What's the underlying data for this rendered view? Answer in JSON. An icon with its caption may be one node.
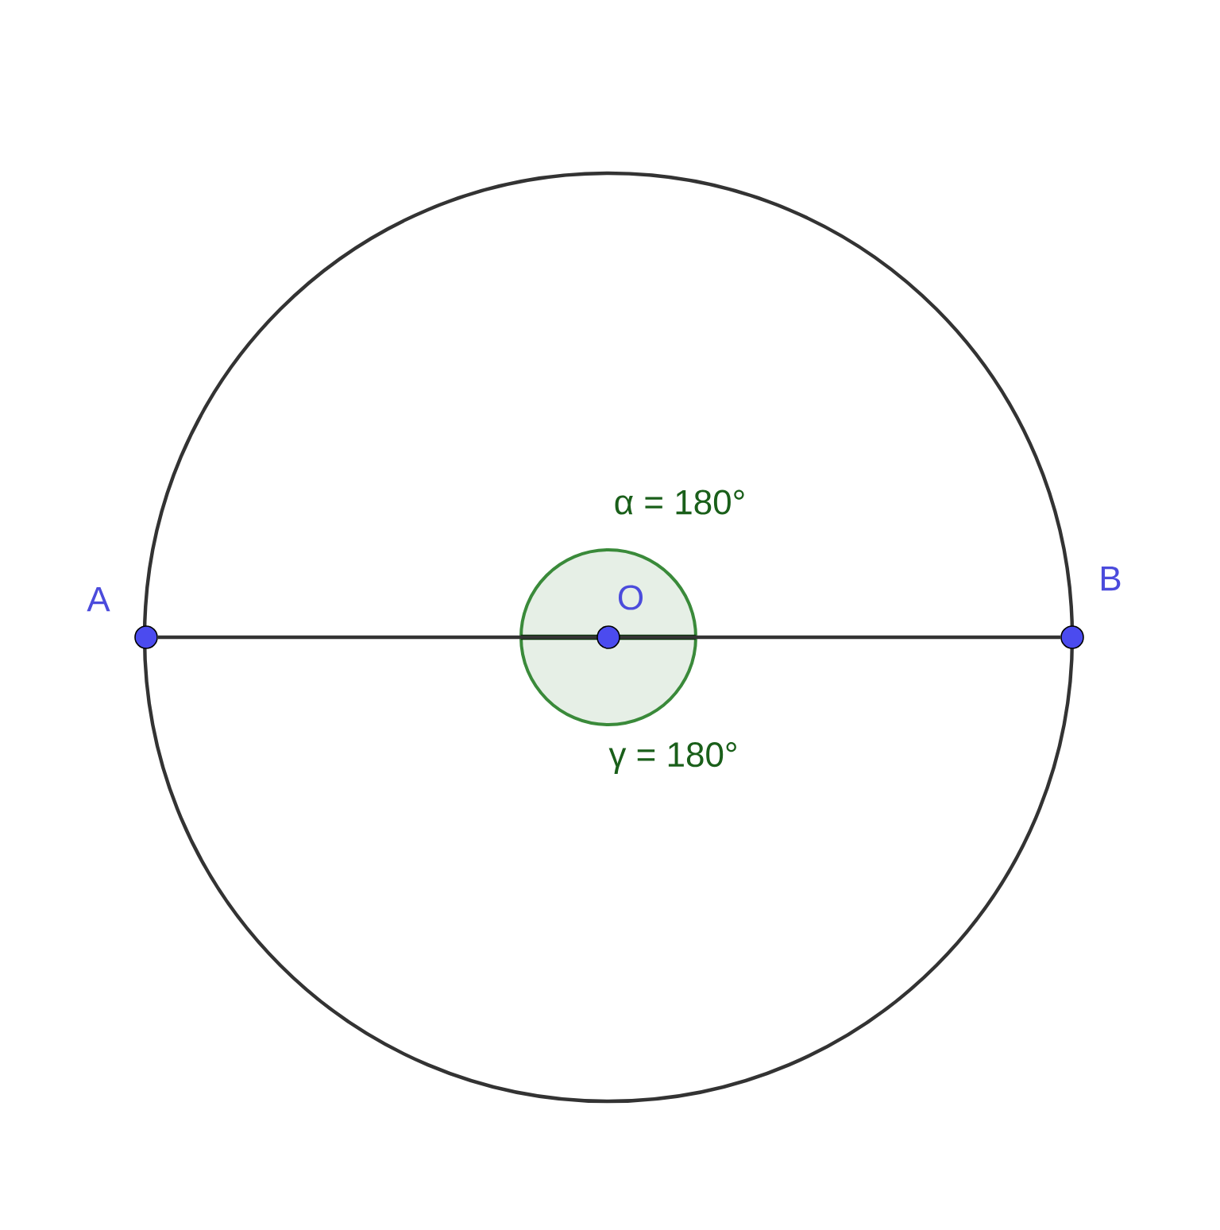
{
  "diagram": {
    "nodes": [
      {
        "text": [
          "A"
        ]
      },
      {
        "text": [
          "O"
        ]
      },
      {
        "text": [
          "B"
        ]
      }
    ],
    "edges": [
      {
        "from": 0,
        "to": 1,
        "arrow": "none"
      },
      {
        "from": 1,
        "to": 2,
        "arrow": "none"
      }
    ],
    "labels": [
      "α = 180°",
      "γ = 180°"
    ]
  }
}
